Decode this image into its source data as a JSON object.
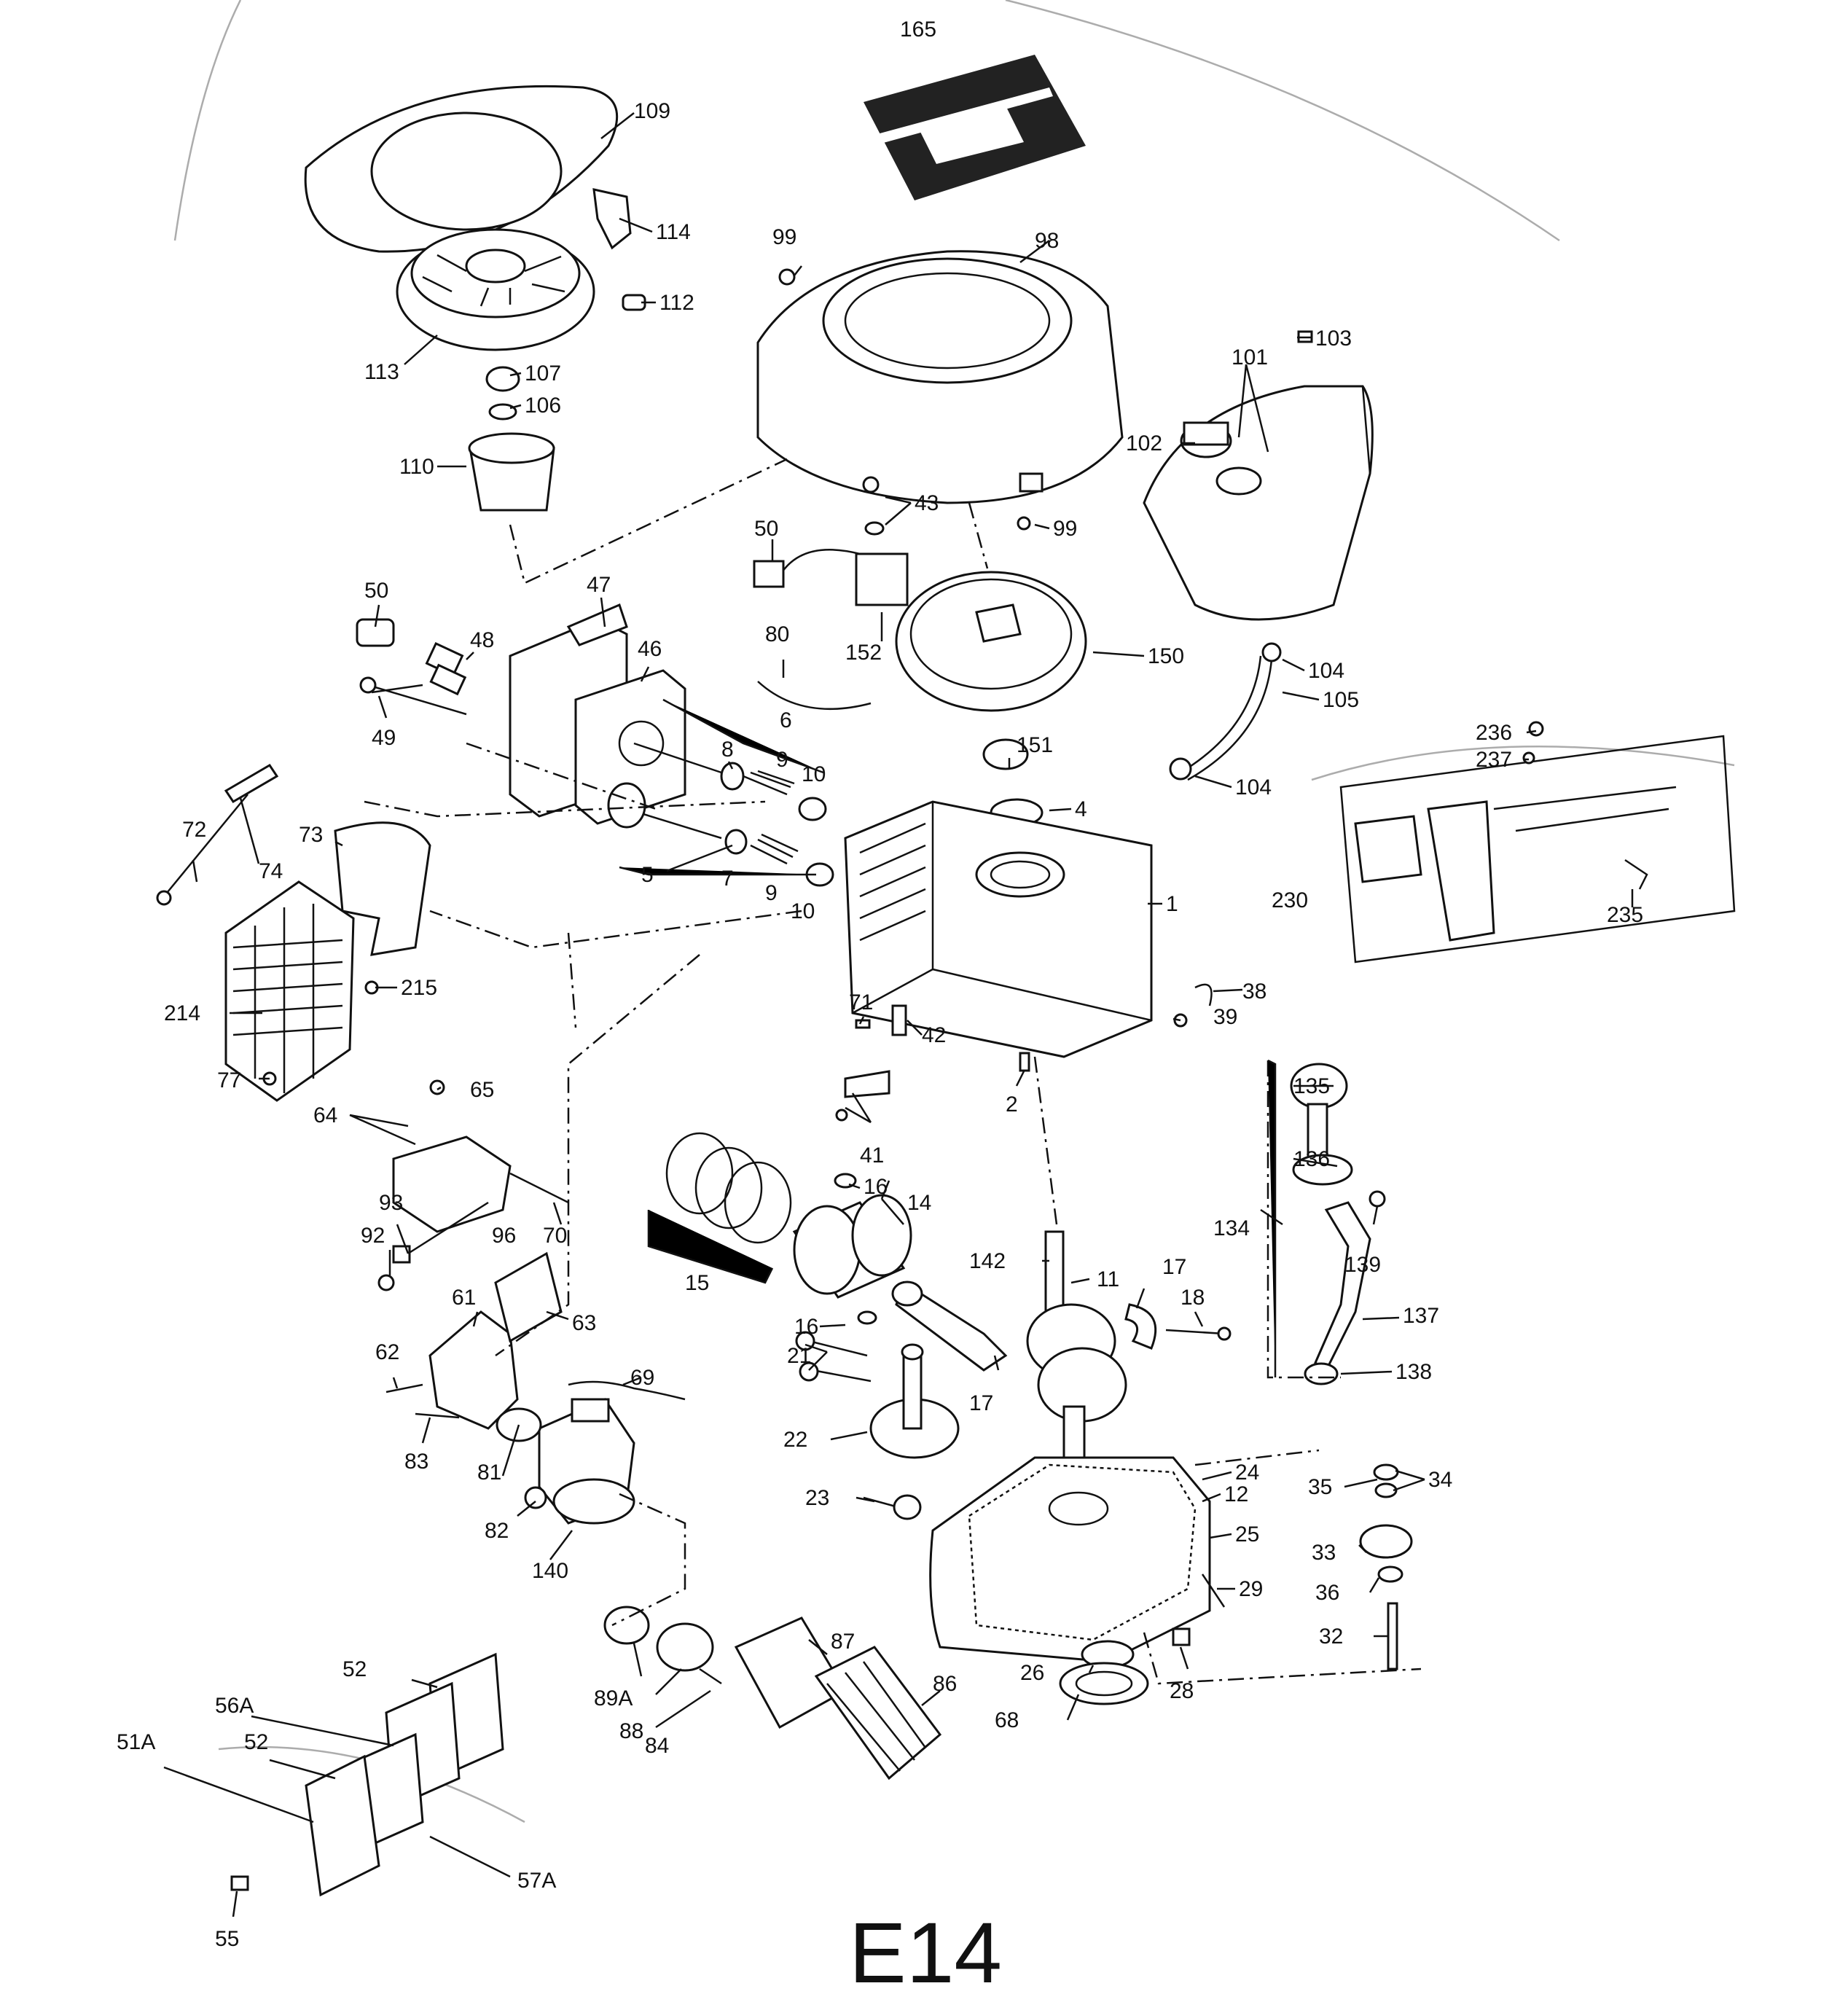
{
  "figure_code": "E14",
  "callouts": [
    {
      "id": "p165",
      "text": "165"
    },
    {
      "id": "p109",
      "text": "109"
    },
    {
      "id": "p114",
      "text": "114"
    },
    {
      "id": "p112",
      "text": "112"
    },
    {
      "id": "p113",
      "text": "113"
    },
    {
      "id": "p107",
      "text": "107"
    },
    {
      "id": "p106",
      "text": "106"
    },
    {
      "id": "p110",
      "text": "110"
    },
    {
      "id": "p99a",
      "text": "99"
    },
    {
      "id": "p98",
      "text": "98"
    },
    {
      "id": "p103",
      "text": "103"
    },
    {
      "id": "p101",
      "text": "101"
    },
    {
      "id": "p102",
      "text": "102"
    },
    {
      "id": "p43",
      "text": "43"
    },
    {
      "id": "p99b",
      "text": "99"
    },
    {
      "id": "p50a",
      "text": "50"
    },
    {
      "id": "p152",
      "text": "152"
    },
    {
      "id": "p150",
      "text": "150"
    },
    {
      "id": "p80",
      "text": "80"
    },
    {
      "id": "p104a",
      "text": "104"
    },
    {
      "id": "p105",
      "text": "105"
    },
    {
      "id": "p104b",
      "text": "104"
    },
    {
      "id": "p50b",
      "text": "50"
    },
    {
      "id": "p47",
      "text": "47"
    },
    {
      "id": "p48",
      "text": "48"
    },
    {
      "id": "p46",
      "text": "46"
    },
    {
      "id": "p6",
      "text": "6"
    },
    {
      "id": "p49",
      "text": "49"
    },
    {
      "id": "p8",
      "text": "8"
    },
    {
      "id": "p9a",
      "text": "9"
    },
    {
      "id": "p10a",
      "text": "10"
    },
    {
      "id": "p151",
      "text": "151"
    },
    {
      "id": "p4",
      "text": "4"
    },
    {
      "id": "p236",
      "text": "236"
    },
    {
      "id": "p237",
      "text": "237"
    },
    {
      "id": "p230",
      "text": "230"
    },
    {
      "id": "p235",
      "text": "235"
    },
    {
      "id": "p72",
      "text": "72"
    },
    {
      "id": "p73",
      "text": "73"
    },
    {
      "id": "p74",
      "text": "74"
    },
    {
      "id": "p5",
      "text": "5"
    },
    {
      "id": "p7",
      "text": "7"
    },
    {
      "id": "p9b",
      "text": "9"
    },
    {
      "id": "p10b",
      "text": "10"
    },
    {
      "id": "p1a",
      "text": "1"
    },
    {
      "id": "p214",
      "text": "214"
    },
    {
      "id": "p215",
      "text": "215"
    },
    {
      "id": "p77",
      "text": "77"
    },
    {
      "id": "p71",
      "text": "71"
    },
    {
      "id": "p42",
      "text": "42"
    },
    {
      "id": "p38",
      "text": "38"
    },
    {
      "id": "p39",
      "text": "39"
    },
    {
      "id": "p2",
      "text": "2"
    },
    {
      "id": "p41",
      "text": "41"
    },
    {
      "id": "p64",
      "text": "64"
    },
    {
      "id": "p65",
      "text": "65"
    },
    {
      "id": "p135",
      "text": "135"
    },
    {
      "id": "p16a",
      "text": "16"
    },
    {
      "id": "p14",
      "text": "14"
    },
    {
      "id": "p136",
      "text": "136"
    },
    {
      "id": "p93",
      "text": "93"
    },
    {
      "id": "p92",
      "text": "92"
    },
    {
      "id": "p96",
      "text": "96"
    },
    {
      "id": "p70",
      "text": "70"
    },
    {
      "id": "p134",
      "text": "134"
    },
    {
      "id": "p139",
      "text": "139"
    },
    {
      "id": "p15",
      "text": "15"
    },
    {
      "id": "p142",
      "text": "142"
    },
    {
      "id": "p11",
      "text": "11"
    },
    {
      "id": "p17a",
      "text": "17"
    },
    {
      "id": "p18",
      "text": "18"
    },
    {
      "id": "p61",
      "text": "61"
    },
    {
      "id": "p63",
      "text": "63"
    },
    {
      "id": "p16b",
      "text": "16"
    },
    {
      "id": "p137",
      "text": "137"
    },
    {
      "id": "p62",
      "text": "62"
    },
    {
      "id": "p21",
      "text": "21"
    },
    {
      "id": "p69",
      "text": "69"
    },
    {
      "id": "p17b",
      "text": "17"
    },
    {
      "id": "p138",
      "text": "138"
    },
    {
      "id": "p83",
      "text": "83"
    },
    {
      "id": "p22",
      "text": "22"
    },
    {
      "id": "p81",
      "text": "81"
    },
    {
      "id": "p24",
      "text": "24"
    },
    {
      "id": "p12",
      "text": "12"
    },
    {
      "id": "p35",
      "text": "35"
    },
    {
      "id": "p34",
      "text": "34"
    },
    {
      "id": "p23",
      "text": "23"
    },
    {
      "id": "p82",
      "text": "82"
    },
    {
      "id": "p25",
      "text": "25"
    },
    {
      "id": "p33",
      "text": "33"
    },
    {
      "id": "p140",
      "text": "140"
    },
    {
      "id": "p29",
      "text": "29"
    },
    {
      "id": "p36",
      "text": "36"
    },
    {
      "id": "p32",
      "text": "32"
    },
    {
      "id": "p87",
      "text": "87"
    },
    {
      "id": "p52a",
      "text": "52"
    },
    {
      "id": "p56a",
      "text": "56A"
    },
    {
      "id": "p26",
      "text": "26"
    },
    {
      "id": "p68",
      "text": "68"
    },
    {
      "id": "p28",
      "text": "28"
    },
    {
      "id": "p86",
      "text": "86"
    },
    {
      "id": "p89a",
      "text": "89A"
    },
    {
      "id": "p88",
      "text": "88"
    },
    {
      "id": "p84",
      "text": "84"
    },
    {
      "id": "p51a",
      "text": "51A"
    },
    {
      "id": "p52b",
      "text": "52"
    },
    {
      "id": "p57a",
      "text": "57A"
    },
    {
      "id": "p55",
      "text": "55"
    }
  ]
}
